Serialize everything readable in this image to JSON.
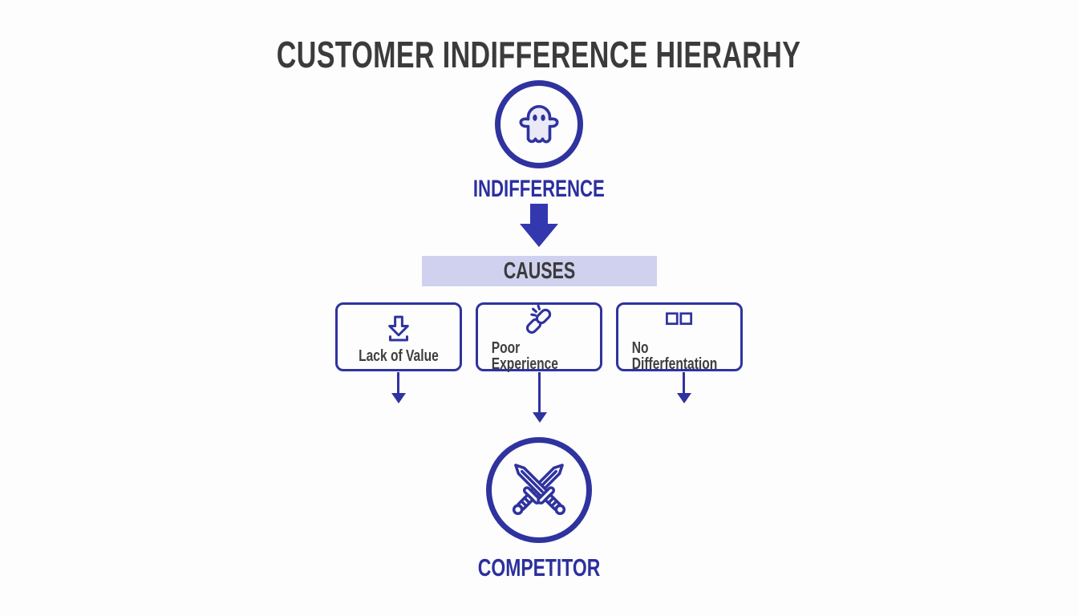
{
  "title": "CUSTOMER INDIFFERENCE HIERARHY",
  "indifference": {
    "label": "INDIFFERENCE",
    "icon": "ghost-icon"
  },
  "flow_arrow": "down-arrow",
  "causes": {
    "banner": "CAUSES",
    "items": [
      {
        "label": "Lack of Value",
        "icon": "download-arrow-icon"
      },
      {
        "label": "Poor Experience",
        "icon": "broken-link-icon"
      },
      {
        "label": "No Differfentation",
        "icon": "two-squares-icon"
      }
    ]
  },
  "competitor": {
    "label": "COMPETITOR",
    "icon": "crossed-swords-icon"
  },
  "colors": {
    "accent": "#2f339e",
    "arrow_fill": "#3438ae",
    "label_blue": "#2b2f9e",
    "banner_bg": "#cfd1ee",
    "title_text": "#3b3b3b",
    "background": "#fdfdfe"
  }
}
